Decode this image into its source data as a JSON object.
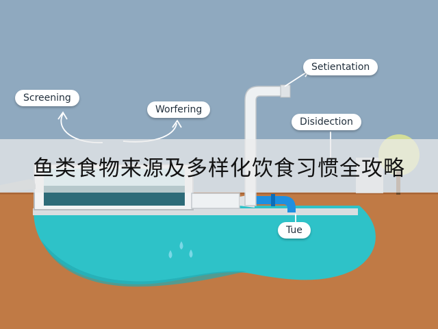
{
  "labels": {
    "screening": "Screening",
    "worfering": "Worfering",
    "setientation": "Setientation",
    "disidection": "Disidection",
    "tue": "Tue"
  },
  "banner": {
    "title": "鱼类食物来源及多样化饮食习惯全攻略"
  },
  "colors": {
    "sky": "#8fa9bf",
    "soil": "#c07a45",
    "water": "#2ec2c8",
    "tank_water": "#2d6b78",
    "pipe": "#eef1f3",
    "pipe_accent": "#1e8fe0"
  }
}
